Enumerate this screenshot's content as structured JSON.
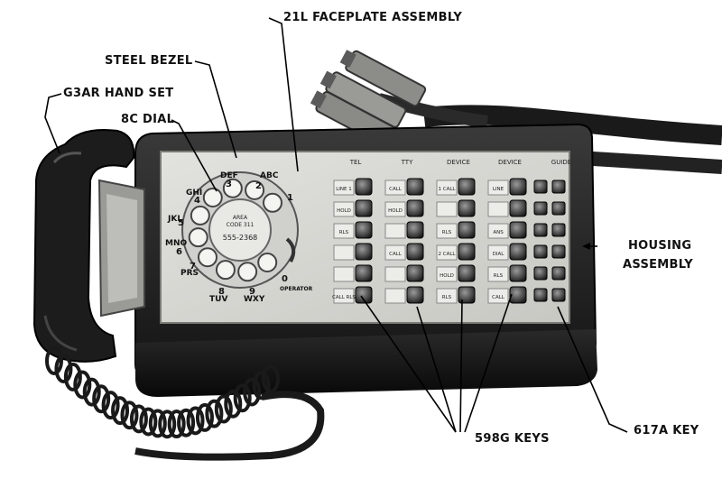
{
  "labels": {
    "faceplate": "21L FACEPLATE ASSEMBLY",
    "bezel": "STEEL BEZEL",
    "handset": "G3AR HAND SET",
    "dial": "8C DIAL",
    "housing_line1": "HOUSING",
    "housing_line2": "ASSEMBLY",
    "keys_598g": "598G KEYS",
    "key_617a": "617A KEY"
  },
  "dial": {
    "area_line1": "AREA",
    "area_line2": "CODE 311",
    "number": "555-2368",
    "letters": [
      "ABC",
      "DEF",
      "GHI",
      "JKL",
      "MNO",
      "PRS",
      "TUV",
      "WXY",
      "OPERATOR"
    ],
    "digits": [
      "1",
      "2",
      "3",
      "4",
      "5",
      "6",
      "7",
      "8",
      "9",
      "0"
    ]
  },
  "key_columns": [
    "TEL",
    "TTY",
    "DEVICE",
    "DEVICE",
    "GUIDE"
  ],
  "key_rows": [
    [
      "LINE 1",
      "CALL",
      "1 CALL",
      "LINE",
      ""
    ],
    [
      "HOLD",
      "HOLD",
      "",
      "",
      ""
    ],
    [
      "RLS",
      "",
      "RLS",
      "ANS",
      ""
    ],
    [
      "",
      "CALL",
      "2 CALL",
      "DIAL",
      ""
    ],
    [
      "",
      "",
      "HOLD",
      "RLS",
      ""
    ],
    [
      "CALL RLS",
      "",
      "RLS",
      "CALL",
      ""
    ]
  ],
  "colors": {
    "housing": "#262626",
    "faceplate": "#d6d6d2",
    "handset": "#1c1c1c",
    "keycap": "#3a3a3a"
  }
}
